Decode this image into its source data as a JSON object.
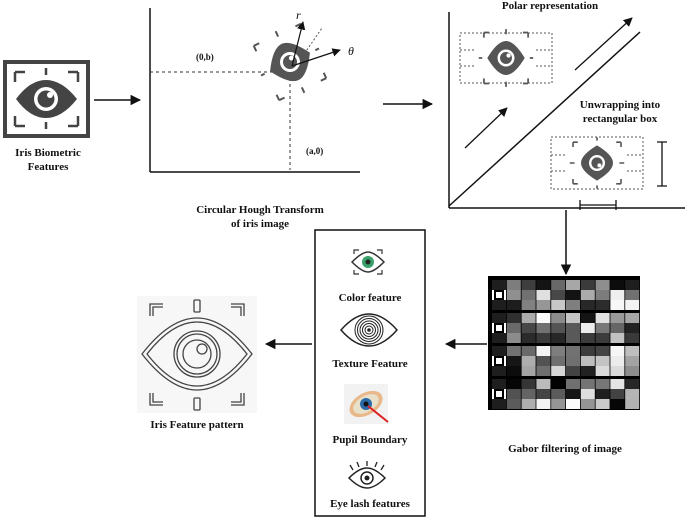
{
  "labels": {
    "iris_biometric": [
      "Iris Biometric",
      "Features"
    ],
    "hough": [
      "Circular Hough Transform",
      "of iris image"
    ],
    "polar": "Polar representation",
    "unwrap": [
      "Unwrapping into",
      "rectangular box"
    ],
    "gabor": "Gabor filtering of image",
    "color": "Color feature",
    "texture": "Texture Feature",
    "pupil": "Pupil Boundary",
    "eyelash": "Eye lash features",
    "pattern": "Iris Feature pattern"
  },
  "hough_axes": {
    "center_label": "(0,b)",
    "bottom_label": "(a,0)",
    "radius_label": "r",
    "theta_label": "θ"
  },
  "icons": [
    "eye-icon",
    "iris-texture-icon",
    "pupil-boundary-icon",
    "eyelash-icon"
  ]
}
